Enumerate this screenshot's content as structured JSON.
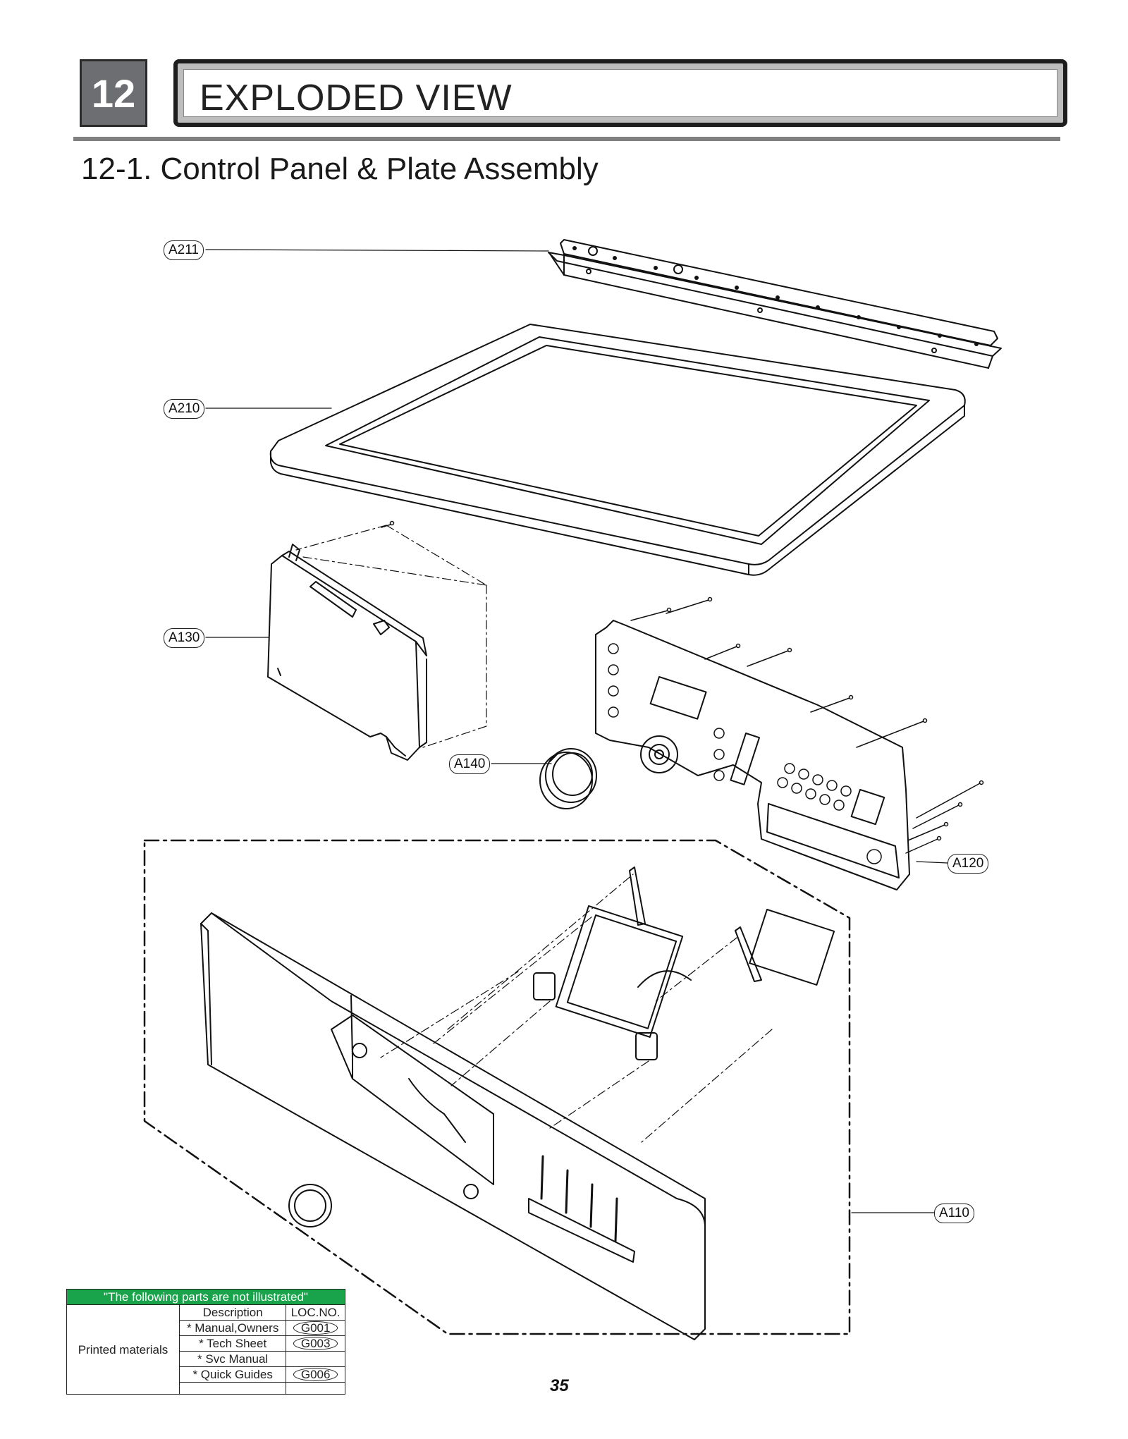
{
  "header": {
    "chapter_number": "12",
    "chapter_title": "EXPLODED VIEW"
  },
  "section_title": "12-1. Control Panel & Plate Assembly",
  "callouts": {
    "a211": "A211",
    "a210": "A210",
    "a130": "A130",
    "a140": "A140",
    "a120": "A120",
    "a110": "A110"
  },
  "not_illustrated": {
    "header": "\"The following parts are not illustrated\"",
    "col_description": "Description",
    "col_loc": "LOC.NO.",
    "category": "Printed materials",
    "rows": [
      {
        "description": "* Manual,Owners",
        "loc": "G001"
      },
      {
        "description": "* Tech Sheet",
        "loc": "G003"
      },
      {
        "description": "* Svc Manual",
        "loc": ""
      },
      {
        "description": "* Quick Guides",
        "loc": "G006"
      }
    ]
  },
  "page_number": "35"
}
